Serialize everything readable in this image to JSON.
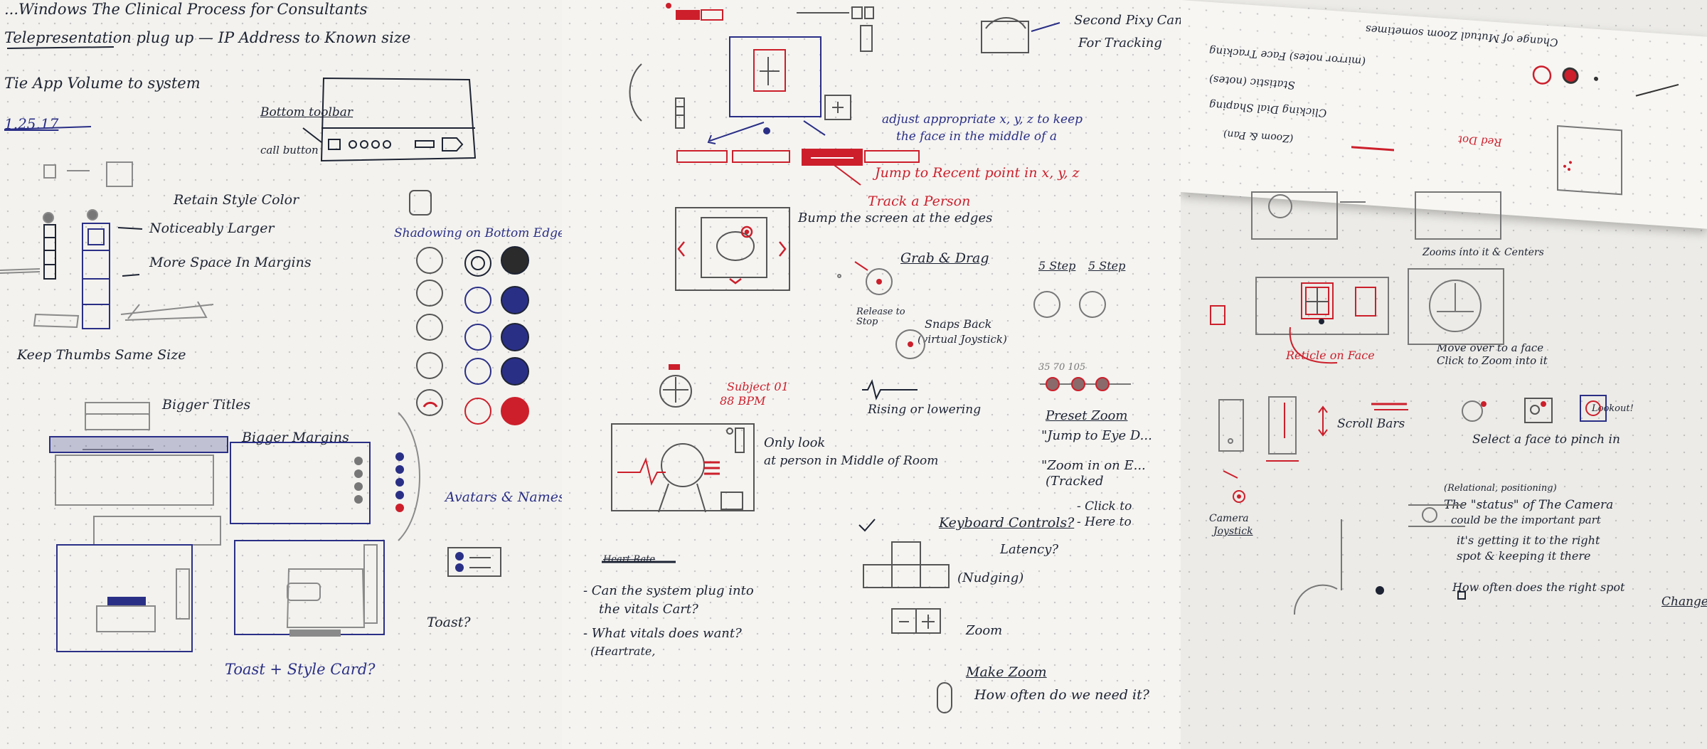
{
  "colors": {
    "pen_black": "#1d2333",
    "pen_blue": "#2a2f86",
    "pen_red": "#cc1f2b",
    "pencil": "#8a8a8a",
    "paper": "#f3f2ee"
  },
  "page1": {
    "l1": "...Windows The Clinical Process for Consultants",
    "l2": "Telepresentation plug up — IP Address to Known size",
    "l3": "Tie App Volume to system",
    "date": "1.25.17",
    "bottom_toolbar": "Bottom toolbar",
    "call_button": "call button",
    "retain": "Retain Style Color",
    "noticeably": "Noticeably Larger",
    "more_space": "More Space In Margins",
    "keep_same": "Keep Thumbs Same Size",
    "shadowing": "Shadowing on Bottom Edge",
    "bigger_titles": "Bigger Titles",
    "bigger_margins": "Bigger Margins",
    "avatars": "Avatars & Names",
    "toast": "Toast?",
    "toast_style": "Toast + Style Card?"
  },
  "page2": {
    "second_pixy": "Second Pixy Cam",
    "for_tracking": "For Tracking",
    "adjust1": "adjust appropriate x, y, z to keep",
    "adjust2": "the face in the middle of a",
    "jump_recent": "Jump to Recent point in x, y, z",
    "track_person": "Track a Person",
    "bump_screen": "Bump the screen at the edges",
    "grab_drag": "Grab & Drag",
    "release_stop": "Release to Stop",
    "snaps_back": "Snaps Back",
    "virtual_joystick": "(virtual Joystick)",
    "step1": "5 Step",
    "step2": "5 Step",
    "ticks": "35   70  105",
    "subject": "Subject 01",
    "bpm": "88 BPM",
    "rising": "Rising or lowering",
    "preset_zoom": "Preset Zoom",
    "jump_eye": "\"Jump to Eye D...",
    "zoom_in": "\"Zoom in on E...",
    "tracked": "(Tracked",
    "only_look": "Only look",
    "person_middle": "at person in Middle of Room",
    "click_to": "- Click to",
    "here_to": "- Here to",
    "keyboard": "Keyboard Controls?",
    "latency": "Latency?",
    "nudging": "(Nudging)",
    "zoom": "Zoom",
    "heart_rate": "Heart Rate",
    "can_system": "- Can the system plug into",
    "vitals_cart": "the vitals Cart?",
    "what_vitals": "- What vitals does want?",
    "heartrate": "(Heartrate,",
    "make_zoom": "Make Zoom",
    "how_often": "How often do we need it?"
  },
  "page3": {
    "flap1": "Change of Mutual Zoom sometimes",
    "flap2": "(mirror notes) Face Tracking",
    "flap3": "Statistic (notes)",
    "flap4": "Clicking Dial Shaping",
    "flap5": "(Zoom & Pan)",
    "flap_red": "Red Dot",
    "zooms_into": "Zooms into it & Centers",
    "reticle": "Reticle on Face",
    "move_over": "Move over to a face",
    "click_zoom": "Click to Zoom into it",
    "scroll_bars": "Scroll Bars",
    "select_face": "Select a face to pinch in",
    "camera": "Camera",
    "joystick": "Joystick",
    "relational": "(Relational, positioning)",
    "the_status": "The \"status\" of The Camera",
    "could_be": "could be the important part",
    "its_getting": "it's getting it to the right",
    "spot": "spot & keeping it there",
    "how_often": "How often does the right spot",
    "change": "Change?",
    "lookout": "Lookout!"
  }
}
